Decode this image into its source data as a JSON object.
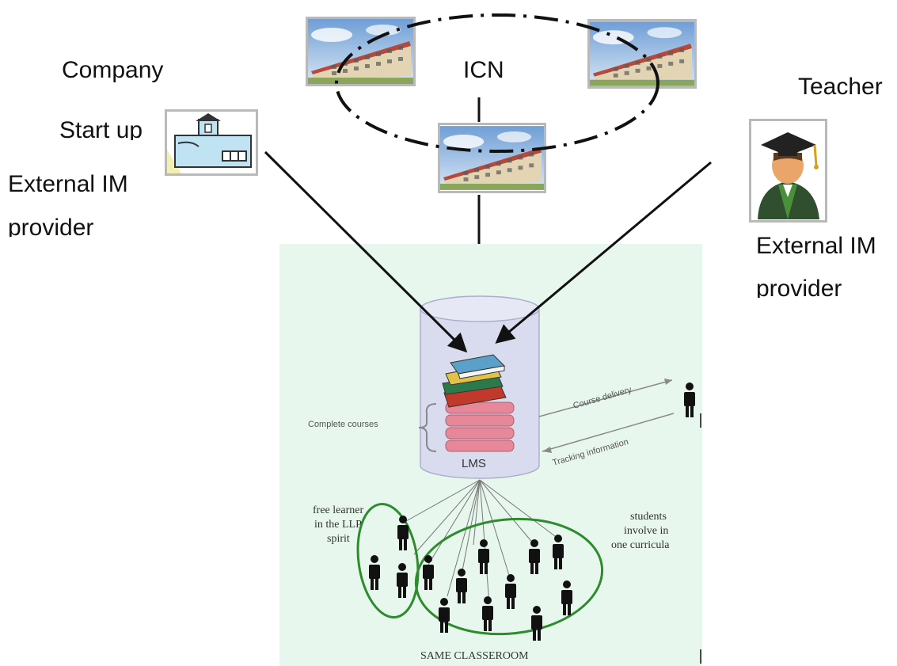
{
  "labels": {
    "company": "Company",
    "startup": "Start up",
    "external_left": [
      "External IM",
      "provider"
    ],
    "icn": "ICN",
    "teacher": "Teacher",
    "external_right": [
      "External IM",
      "provider"
    ]
  },
  "lms_panel": {
    "complete_courses": "Complete courses",
    "lms": "LMS",
    "course_delivery": "Course delivery",
    "tracking_information": "Tracking information",
    "free_learner": [
      "free learner",
      "in the LLP",
      "spirit"
    ],
    "students": [
      "students",
      "involve in",
      "one curricula"
    ],
    "same_classroom": "SAME CLASSEROOM"
  },
  "icons": [
    "building-photo",
    "factory-icon",
    "graduate-teacher-icon",
    "person-icon",
    "books-icon"
  ],
  "colors": {
    "panel_bg": "#e8f7ee",
    "ellipse_green": "#2e8b2e",
    "arrow": "#111111"
  }
}
